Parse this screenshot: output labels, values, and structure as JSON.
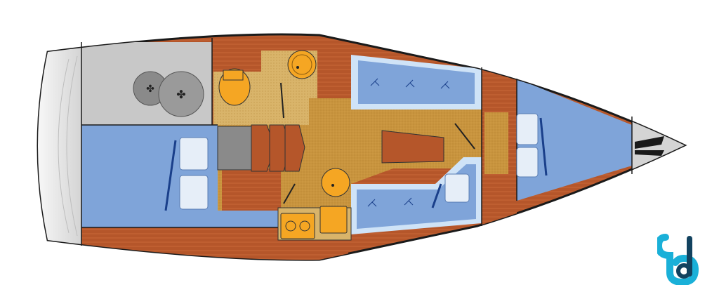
{
  "diagram": {
    "type": "sailboat-deck-layout",
    "orientation": "stern-left-bow-right",
    "cabins": 3,
    "heads": 2,
    "berths": [
      {
        "id": "aft-double-berth",
        "pillows": 2
      },
      {
        "id": "saloon-settee-starboard",
        "cushions": 3
      },
      {
        "id": "saloon-settee-port",
        "pillows": 1,
        "cushions": 3
      },
      {
        "id": "forepeak-berth",
        "pillows": 2
      }
    ],
    "features": [
      "cockpit-storage",
      "wet-head-aft",
      "companionway-steps",
      "chart-table",
      "saloon-table",
      "galley-stove",
      "galley-sink",
      "fore-head",
      "anchor-locker"
    ]
  },
  "colors": {
    "hull_outline": "#1a1a1a",
    "wood": "#b5562a",
    "wood_dark": "#8a3a14",
    "berth_blue": "#7fa4d9",
    "berth_light": "#cfe3f7",
    "floor": "#c8943e",
    "head_floor": "#d9b46a",
    "fixture": "#f5a623",
    "cockpit_gray": "#c8c8c8",
    "logo_blue": "#1ab0d8",
    "logo_dark": "#12425f"
  },
  "logo": {
    "icon": "bb-logo-icon"
  }
}
